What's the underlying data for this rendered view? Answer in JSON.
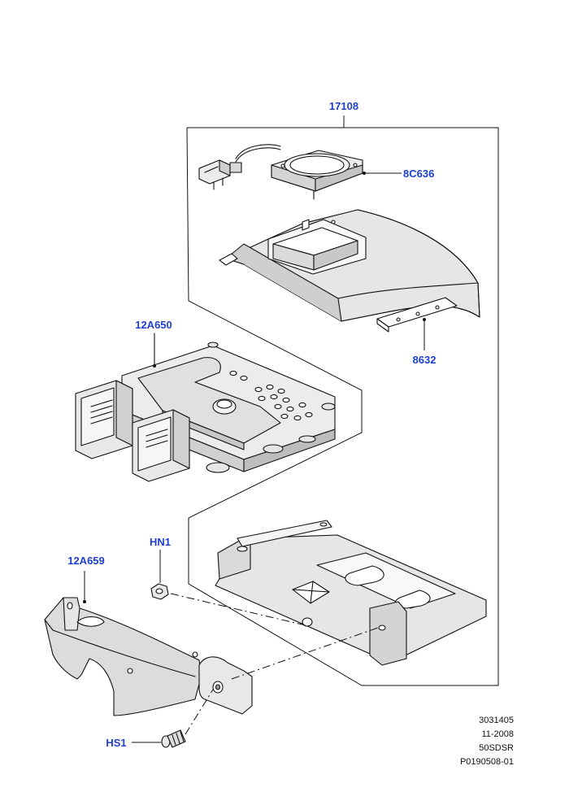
{
  "callouts": {
    "assembly_17108": "17108",
    "part_8C636": "8C636",
    "part_8632": "8632",
    "part_12A650": "12A650",
    "part_12A659": "12A659",
    "part_HN1": "HN1",
    "part_HS1": "HS1"
  },
  "drawing_info": {
    "number": "3031405",
    "date": "11-2008",
    "code": "50SDSR",
    "reference": "P0190508-01"
  },
  "colors": {
    "callout": "#1f3fd1",
    "line": "#111111",
    "fill_light": "#ececec",
    "fill_mid": "#d8d8d8",
    "fill_dark": "#bcbcbc"
  }
}
